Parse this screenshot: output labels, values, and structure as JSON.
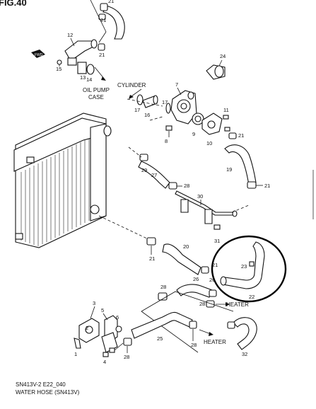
{
  "figure": {
    "title_fragment": "FIG.40",
    "caption_code": "SN413V-2 E22_040",
    "caption_title": "WATER HOSE (SN413V)"
  },
  "annotations": {
    "oil_pump_case": [
      "OIL PUMP",
      "CASE"
    ],
    "cylinder": "CYLINDER",
    "heater_upper": "HEATER",
    "heater_lower": "HEATER"
  },
  "parts": {
    "p1": "1",
    "p2": "2",
    "p3": "3",
    "p4": "4",
    "p5": "5",
    "p6": "6",
    "p7": "7",
    "p8": "8",
    "p9": "9",
    "p10": "10",
    "p11": "11",
    "p12": "12",
    "p13": "13",
    "p14": "14",
    "p15": "15",
    "p16": "16",
    "p17": "17",
    "p19": "19",
    "p20": "20",
    "p21": "21",
    "p22": "22",
    "p23": "23",
    "p24": "24",
    "p25": "25",
    "p26": "26",
    "p27": "27",
    "p28": "28",
    "p29": "29",
    "p30": "30",
    "p31": "31",
    "p32": "32"
  },
  "highlight_color": "#000000"
}
